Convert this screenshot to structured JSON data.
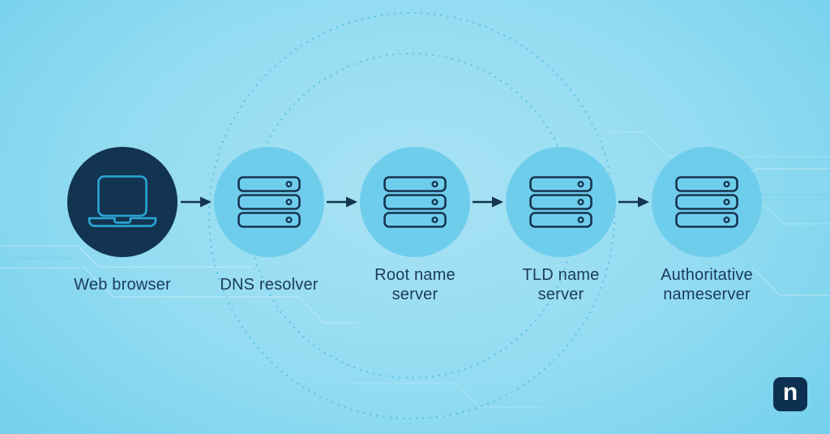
{
  "diagram": {
    "nodes": [
      {
        "id": "web-browser",
        "label": "Web browser",
        "icon": "laptop-icon"
      },
      {
        "id": "dns-resolver",
        "label": "DNS resolver",
        "icon": "server-stack-icon"
      },
      {
        "id": "root-name-server",
        "label": "Root name\nserver",
        "icon": "server-stack-icon"
      },
      {
        "id": "tld-name-server",
        "label": "TLD name\nserver",
        "icon": "server-stack-icon"
      },
      {
        "id": "authoritative-nameserver",
        "label": "Authoritative\nnameserver",
        "icon": "server-stack-icon"
      }
    ],
    "connector": "arrow-right",
    "logo_letter": "n"
  },
  "colors": {
    "background_center": "#a9e2f4",
    "background_edge": "#5cc8e8",
    "node_dark_fill": "#123450",
    "node_light_fill": "#6fcdec",
    "icon_stroke_dark": "#16344f",
    "laptop_stroke": "#2ba6d6",
    "label_text": "#1b3a5c",
    "arrow": "#14344f",
    "dotted_ring": "#3eb5da",
    "logo_background": "#0e3050",
    "logo_letter": "#ffffff"
  }
}
